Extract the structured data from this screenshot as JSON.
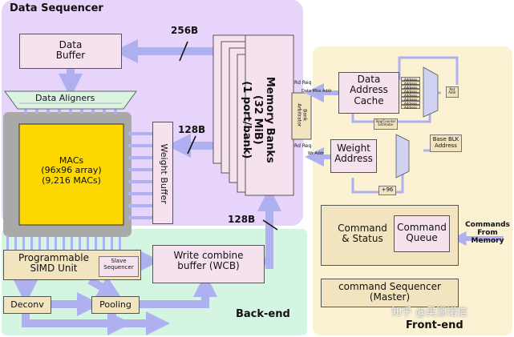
{
  "regions": {
    "data_sequencer": "Data Sequencer",
    "back_end": "Back-end",
    "front_end": "Front-end"
  },
  "blocks": {
    "data_buffer": "Data\nBuffer",
    "data_aligners": "Data Aligners",
    "macs": "MACs\n(96x96 array)\n(9,216 MACs)",
    "weight_buffer": "Weight Buffer",
    "memory_banks": "Memory Banks\n(32 MiB)\n(1 port/bank)",
    "bank_arbitrator": "Bank\nArbitrator",
    "programmable_simd": "Programmable\nSIMD Unit",
    "slave_sequencer": "Slave\nSequencer",
    "wcb": "Write combine\nbuffer (WCB)",
    "deconv": "Deconv",
    "pooling": "Pooling",
    "data_address_cache": "Data\nAddress\nCache",
    "weight_address": "Weight\nAddress",
    "command_status": "Command\n& Status",
    "command_queue": "Command\nQueue",
    "command_sequencer": "command Sequencer\n(Master)",
    "base_blk_address": "Base BLK\nAddress",
    "req_counter": "Req/Counter\nEstimator",
    "next_addr": "Nxt\nAddr",
    "address_item": "Address"
  },
  "labels": {
    "bw_256": "256B",
    "bw_128_weight": "128B",
    "bw_128_wcb": "128B",
    "rd_req_top": "Rd Req",
    "data_miss_addr": "Data Miss Addr",
    "rd_req_bottom": "Rd Req",
    "wr_addr": "Wr Addr",
    "plus96": "+96",
    "commands_from_memory": "Commands\nFrom\nMemory"
  },
  "watermark": "知乎 @昊源诺信",
  "colors": {
    "sequencer_bg": "#e6d4fa",
    "backend_bg": "#d5f5e3",
    "frontend_bg": "#fbf2d3",
    "block_pink": "#f6e2ee",
    "block_tan": "#f3e4c0",
    "mac_yellow": "#fdd700",
    "mac_frame": "#a9a9a9",
    "arrow": "#aeb0f0"
  }
}
